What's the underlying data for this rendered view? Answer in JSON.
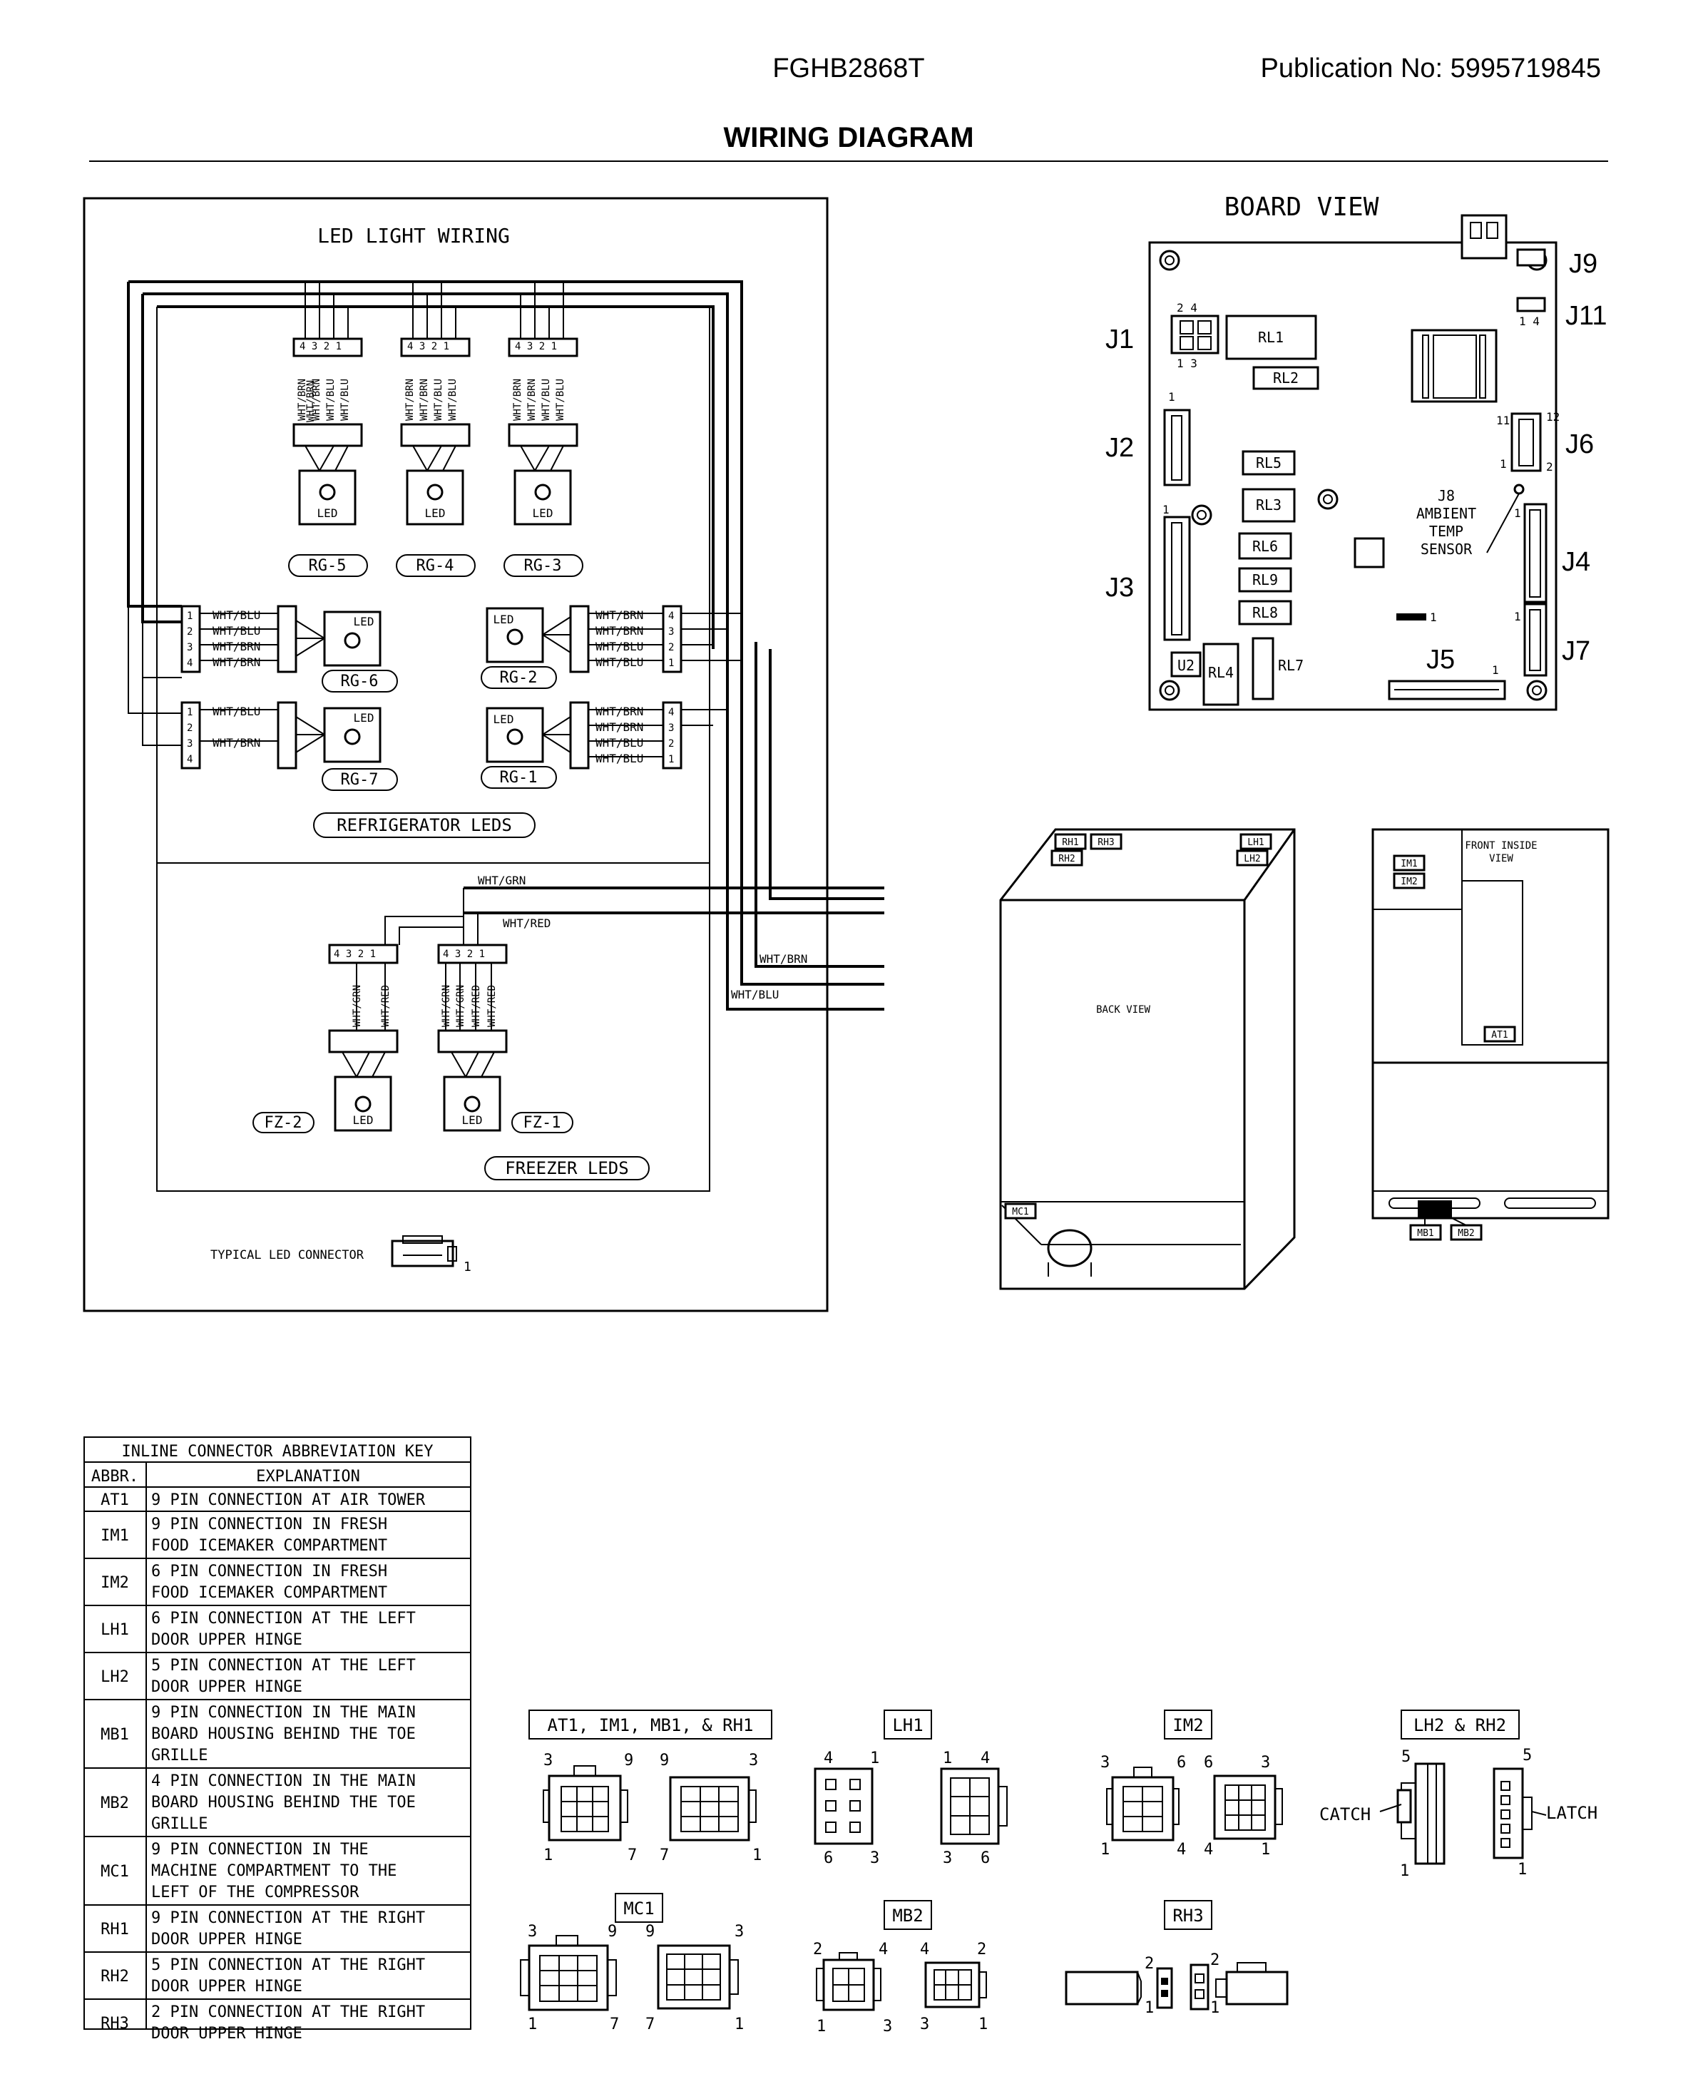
{
  "header": {
    "model": "FGHB2868T",
    "publication": "Publication No:  5995719845",
    "title": "WIRING DIAGRAM"
  },
  "led_wiring": {
    "title": "LED LIGHT WIRING",
    "pin_labels": [
      "4",
      "3",
      "2",
      "1"
    ],
    "wire_labels_top": [
      "WHT/BRN",
      "WHT/BRN",
      "WHT/BLU",
      "WHT/BLU"
    ],
    "led_label": "LED",
    "top_leds": [
      "RG-5",
      "RG-4",
      "RG-3"
    ],
    "left_conn_1_labels": [
      "WHT/BLU",
      "WHT/BLU",
      "WHT/BRN",
      "WHT/BRN"
    ],
    "left_conn_2_labels": [
      "WHT/BLU",
      "WHT/BRN"
    ],
    "right_conn_labels": [
      "WHT/BRN",
      "WHT/BRN",
      "WHT/BLU",
      "WHT/BLU"
    ],
    "mid_leds": [
      "RG-6",
      "RG-2",
      "RG-7",
      "RG-1"
    ],
    "refrigerator_leds": "REFRIGERATOR LEDS",
    "freezer_wires": [
      "WHT/GRN",
      "WHT/RED",
      "WHT/BRN",
      "WHT/BLU"
    ],
    "freezer_left_labels": [
      "WHT/GRN",
      "WHT/RED"
    ],
    "freezer_right_labels": [
      "WHT/GRN",
      "WHT/GRN",
      "WHT/RED",
      "WHT/RED"
    ],
    "freezer_leds": [
      "FZ-2",
      "FZ-1"
    ],
    "freezer_label": "FREEZER LEDS",
    "typical_connector": "TYPICAL LED CONNECTOR",
    "typical_pin": "1"
  },
  "board_view": {
    "title": "BOARD VIEW",
    "connectors": [
      "J9",
      "J11",
      "J1",
      "J6",
      "J2",
      "J4",
      "J3",
      "J7",
      "J5"
    ],
    "relays": [
      "RL1",
      "RL2",
      "RL5",
      "RL3",
      "RL6",
      "RL9",
      "RL8",
      "RL4",
      "RL7",
      "U2"
    ],
    "j8_text": [
      "J8",
      "AMBIENT",
      "TEMP",
      "SENSOR"
    ],
    "pins": {
      "j1_top": "2  4",
      "j1_bot": "1  3",
      "j11": "1  4",
      "j2": "1",
      "j3": "1",
      "j6_11": "11",
      "j6_12": "12",
      "j6_1": "1",
      "j6_2": "2",
      "j4_1": "1",
      "j7_1": "1",
      "j5_1": "1",
      "ind_1": "1"
    }
  },
  "back_view": {
    "label": "BACK VIEW",
    "tags": [
      "RH1",
      "RH3",
      "RH2",
      "LH1",
      "LH2",
      "MC1"
    ]
  },
  "front_view": {
    "label_1": "FRONT INSIDE",
    "label_2": "VIEW",
    "tags": [
      "IM1",
      "IM2",
      "AT1",
      "MB1",
      "MB2"
    ]
  },
  "abbr_table": {
    "title": "INLINE CONNECTOR ABBREVIATION KEY",
    "col_abbr": "ABBR.",
    "col_expl": "EXPLANATION",
    "rows": [
      {
        "abbr": "AT1",
        "lines": [
          "9 PIN CONNECTION AT AIR TOWER"
        ]
      },
      {
        "abbr": "IM1",
        "lines": [
          "9 PIN CONNECTION IN FRESH",
          "FOOD ICEMAKER COMPARTMENT"
        ]
      },
      {
        "abbr": "IM2",
        "lines": [
          "6 PIN CONNECTION IN FRESH",
          "FOOD ICEMAKER COMPARTMENT"
        ]
      },
      {
        "abbr": "LH1",
        "lines": [
          "6 PIN CONNECTION AT THE LEFT",
          "DOOR UPPER HINGE"
        ]
      },
      {
        "abbr": "LH2",
        "lines": [
          "5 PIN CONNECTION AT THE LEFT",
          "DOOR UPPER HINGE"
        ]
      },
      {
        "abbr": "MB1",
        "lines": [
          "9 PIN CONNECTION IN THE MAIN",
          "BOARD HOUSING BEHIND THE TOE",
          "GRILLE"
        ]
      },
      {
        "abbr": "MB2",
        "lines": [
          "4 PIN CONNECTION IN THE MAIN",
          "BOARD HOUSING BEHIND THE TOE",
          "GRILLE"
        ]
      },
      {
        "abbr": "MC1",
        "lines": [
          "9 PIN CONNECTION IN THE",
          "MACHINE COMPARTMENT TO THE",
          "LEFT OF THE COMPRESSOR"
        ]
      },
      {
        "abbr": "RH1",
        "lines": [
          "9 PIN CONNECTION AT THE RIGHT",
          "DOOR UPPER HINGE"
        ]
      },
      {
        "abbr": "RH2",
        "lines": [
          "5 PIN CONNECTION AT THE RIGHT",
          "DOOR UPPER HINGE"
        ]
      },
      {
        "abbr": "RH3",
        "lines": [
          "2 PIN CONNECTION AT THE RIGHT",
          "DOOR UPPER HINGE"
        ]
      }
    ]
  },
  "connectors": {
    "at1_label": "AT1, IM1, MB1, & RH1",
    "lh1_label": "LH1",
    "im2_label": "IM2",
    "lh2_label": "LH2 & RH2",
    "mc1_label": "MC1",
    "mb2_label": "MB2",
    "rh3_label": "RH3",
    "catch": "CATCH",
    "latch": "LATCH",
    "at1_pins": [
      "3",
      "9",
      "1",
      "7",
      "9",
      "3",
      "7",
      "1"
    ],
    "lh1_pins": [
      "4",
      "1",
      "6",
      "3",
      "1",
      "4",
      "3",
      "6"
    ],
    "im2_pins": [
      "3",
      "6",
      "1",
      "4",
      "6",
      "3",
      "4",
      "1"
    ],
    "lh2_pins": [
      "5",
      "1",
      "5",
      "1"
    ],
    "mc1_pins": [
      "3",
      "9",
      "1",
      "7",
      "9",
      "3",
      "7",
      "1"
    ],
    "mb2_pins": [
      "2",
      "4",
      "1",
      "3",
      "4",
      "2",
      "3",
      "1"
    ],
    "rh3_pins": [
      "2",
      "1",
      "2",
      "1"
    ]
  }
}
